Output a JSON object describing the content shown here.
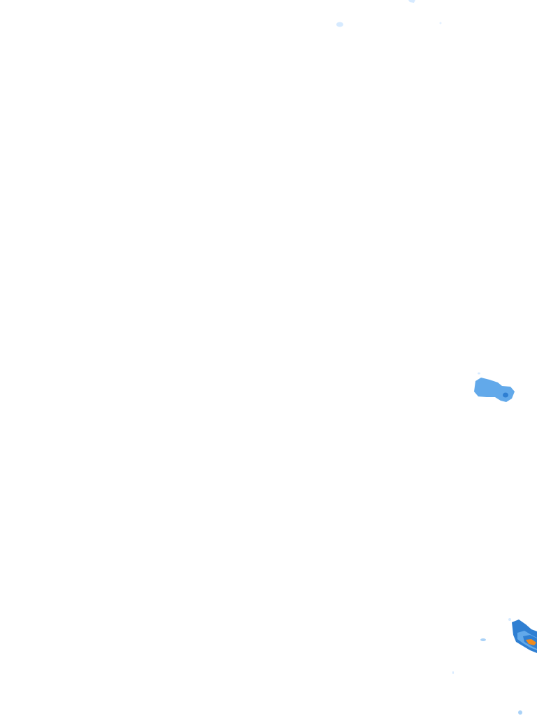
{
  "map": {
    "background": "#ffffff",
    "intensity_colors": {
      "very_light": "#d6eaff",
      "light": "#aad2f7",
      "moderate": "#62a9ea",
      "heavy": "#2f7fd2",
      "intense": "#f08a1c"
    },
    "cells": [
      {
        "id": "cell-top-small",
        "level": "very_light"
      },
      {
        "id": "cell-top-edge",
        "level": "very_light"
      },
      {
        "id": "cell-mid-right",
        "level": "moderate"
      },
      {
        "id": "cell-bottom-right",
        "level": "heavy"
      },
      {
        "id": "cell-bottom-core",
        "level": "intense"
      },
      {
        "id": "cell-bottom-tiny",
        "level": "light"
      }
    ]
  }
}
